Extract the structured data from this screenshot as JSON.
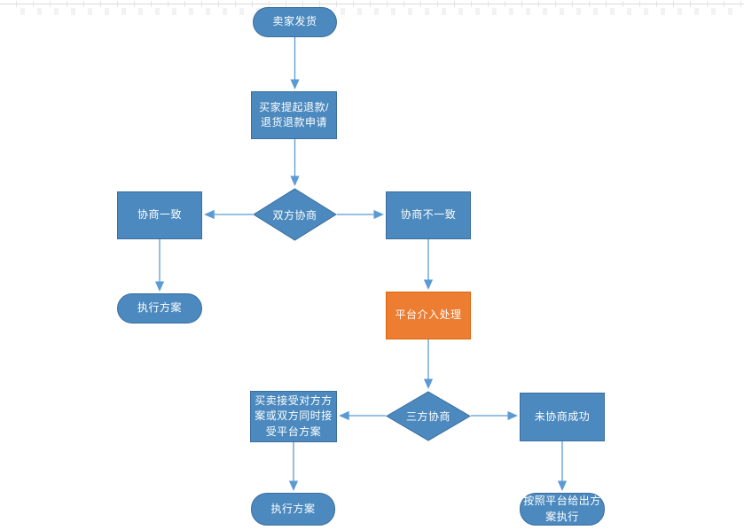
{
  "colors": {
    "canvas_bg": "#ffffff",
    "grid": "#d9d9d9",
    "node_blue": "#4b89be",
    "node_blue_border": "#3c6e9f",
    "node_orange": "#ed7d31",
    "node_orange_border": "#d9660e",
    "node_text": "#ffffff",
    "edge": "#5b9bd5"
  },
  "flowchart": {
    "nodes": [
      {
        "id": "seller-ship",
        "shape": "terminator",
        "label": "卖家发货"
      },
      {
        "id": "buyer-refund-request",
        "shape": "process",
        "label": "买家提起退款/退货退款申请"
      },
      {
        "id": "both-party-negotiate",
        "shape": "decision",
        "label": "双方协商"
      },
      {
        "id": "negotiation-agreed",
        "shape": "process",
        "label": "协商一致"
      },
      {
        "id": "negotiation-disagreed",
        "shape": "process",
        "label": "协商不一致"
      },
      {
        "id": "execute-plan-left",
        "shape": "terminator",
        "label": "执行方案"
      },
      {
        "id": "platform-intervene",
        "shape": "process",
        "label": "平台介入处理"
      },
      {
        "id": "three-party-negotiate",
        "shape": "decision",
        "label": "三方协商"
      },
      {
        "id": "accept-plan",
        "shape": "process",
        "label": "买卖接受对方方案或双方同时接受平台方案"
      },
      {
        "id": "negotiation-failed",
        "shape": "process",
        "label": "未协商成功"
      },
      {
        "id": "execute-plan-bottom",
        "shape": "terminator",
        "label": "执行方案"
      },
      {
        "id": "execute-platform-plan",
        "shape": "terminator",
        "label": "按照平台给出方案执行"
      }
    ]
  }
}
